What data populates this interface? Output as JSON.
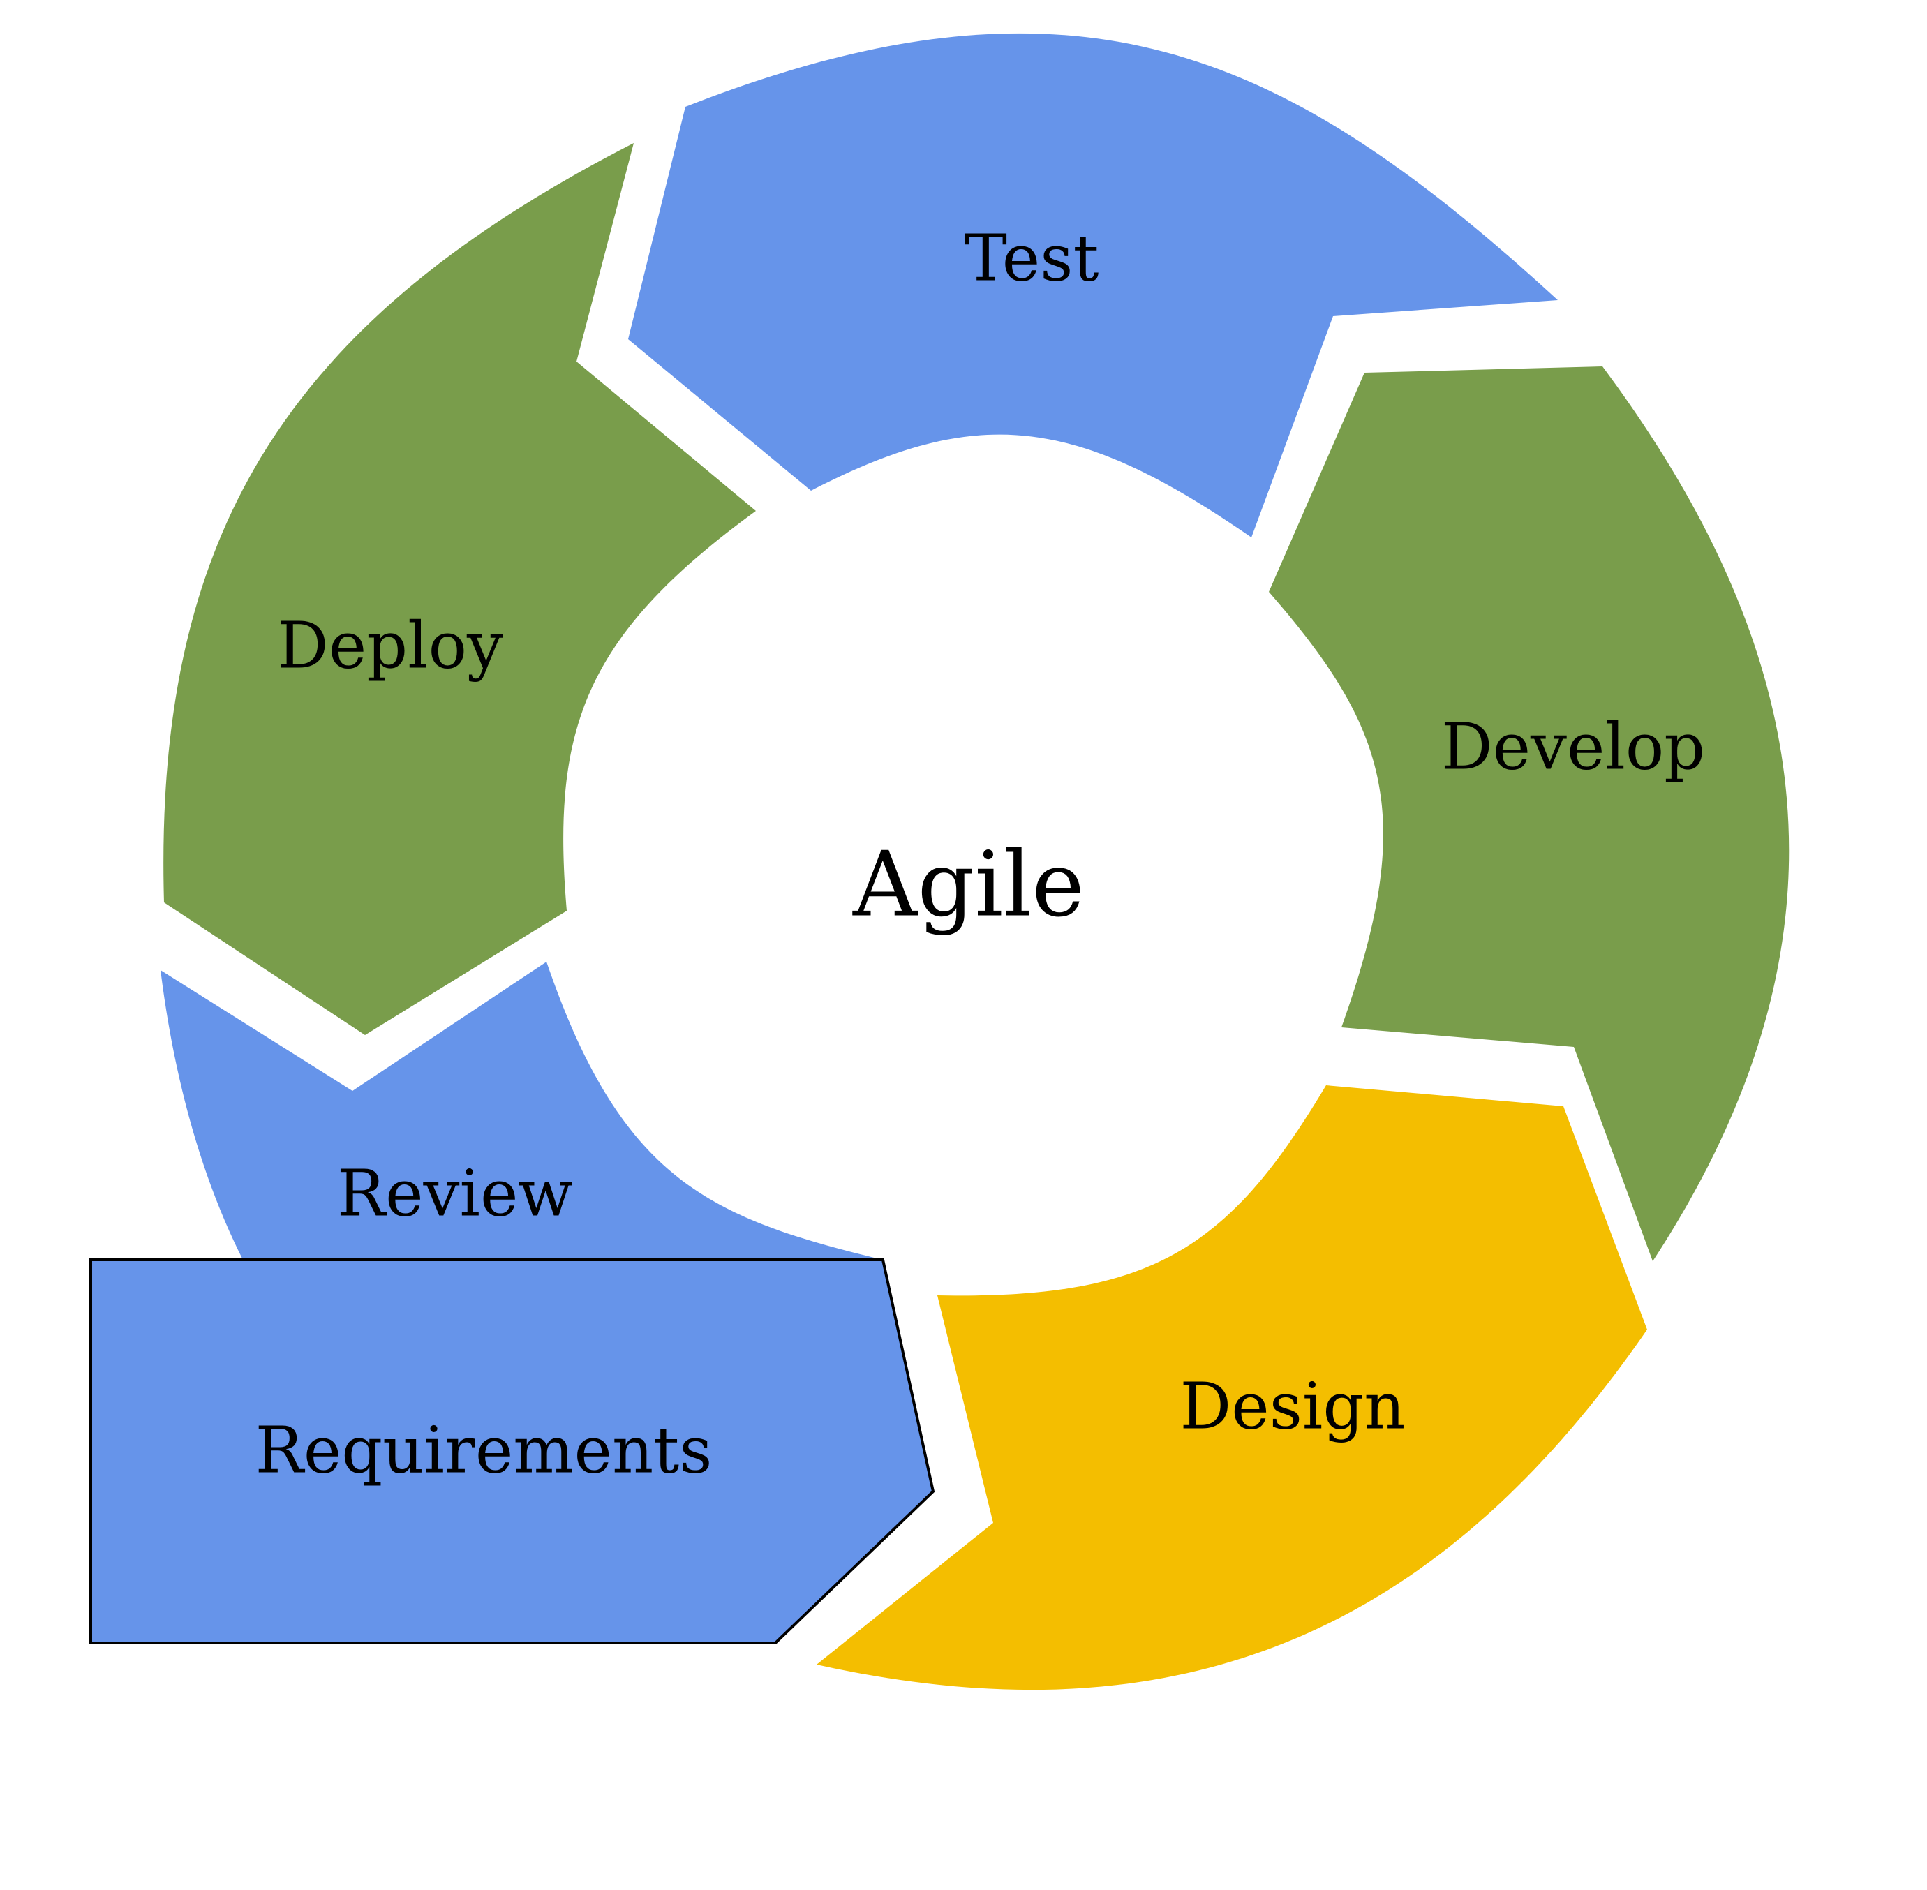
{
  "center_label": "Agile",
  "segments": [
    {
      "id": "test",
      "label": "Test",
      "color": "#6694EA"
    },
    {
      "id": "develop",
      "label": "Develop",
      "color": "#799D4B"
    },
    {
      "id": "design",
      "label": "Design",
      "color": "#F4BE00"
    },
    {
      "id": "requirements",
      "label": "Requirements",
      "color": "#6694EA",
      "outline": "#000000"
    },
    {
      "id": "review",
      "label": "Review",
      "color": "#6694EA"
    },
    {
      "id": "deploy",
      "label": "Deploy",
      "color": "#799D4B"
    }
  ]
}
